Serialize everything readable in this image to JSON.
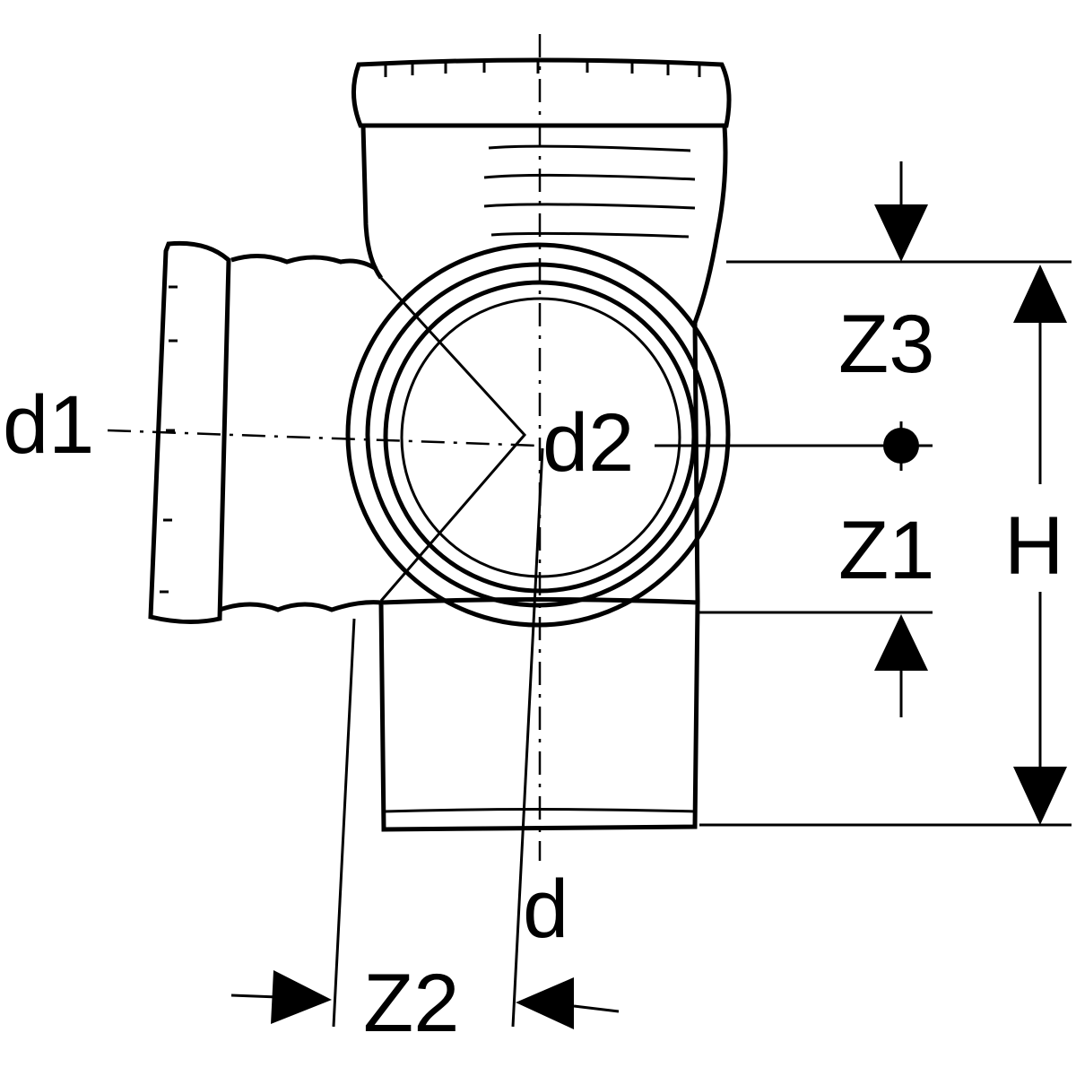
{
  "labels": {
    "d1": "d1",
    "d2": "d2",
    "z3": "Z3",
    "z1": "Z1",
    "h": "H",
    "d": "d",
    "z2": "Z2"
  },
  "colors": {
    "line": "#000000",
    "background": "#ffffff"
  }
}
